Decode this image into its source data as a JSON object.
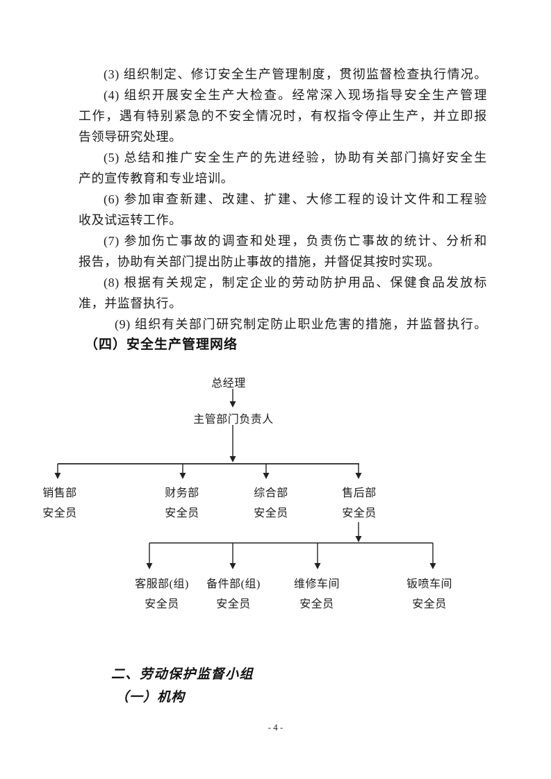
{
  "doc": {
    "lines": [
      "(3) 组织制定、修订安全生产管理制度，贯彻监督检查执行情况。",
      "(4) 组织开展安全生产大检查。经常深入现场指导安全生产管理",
      "工作，遇有特别紧急的不安全情况时，有权指令停止生产，并立即报",
      "告领导研究处理。",
      "(5) 总结和推广安全生产的先进经验，协助有关部门搞好安全生",
      "产的宣传教育和专业培训。",
      "(6) 参加审查新建、改建、扩建、大修工程的设计文件和工程验",
      "收及试运转工作。",
      "(7) 参加伤亡事故的调查和处理，负责伤亡事故的统计、分析和",
      "报告，协助有关部门提出防止事故的措施，并督促其按时实现。",
      "(8) 根据有关规定，制定企业的劳动防护用品、保健食品发放标",
      "准，并监督执行。",
      "(9) 组织有关部门研究制定防止职业危害的措施，并监督执行。"
    ],
    "section_heading": "（四）安全生产管理网络"
  },
  "org_chart": {
    "root": "总经理",
    "manager": "主管部门负责人",
    "level1": [
      {
        "dept": "销售部",
        "role": "安全员"
      },
      {
        "dept": "财务部",
        "role": "安全员"
      },
      {
        "dept": "综合部",
        "role": "安全员"
      },
      {
        "dept": "售后部",
        "role": "安全员"
      }
    ],
    "level2": [
      {
        "dept": "客服部(组)",
        "role": "安全员"
      },
      {
        "dept": "备件部(组)",
        "role": "安全员"
      },
      {
        "dept": "维修车间",
        "role": "安全员"
      },
      {
        "dept": "钣喷车间",
        "role": "安全员"
      }
    ]
  },
  "next_section": {
    "heading": "二、劳动保护监督小组",
    "subheading": "（一）机构"
  },
  "footer": {
    "page_number": "- 4 -"
  },
  "colors": {
    "ink": "#1d1d1d",
    "line": "#222222"
  }
}
